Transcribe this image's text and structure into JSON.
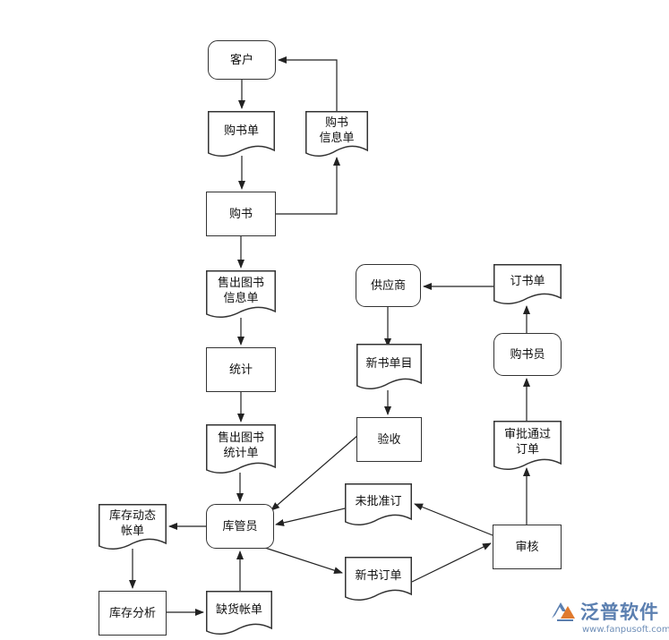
{
  "nodes": {
    "customer": "客户",
    "purchase_order": "购书单",
    "book_info_doc": "购书\n信息单",
    "buy_books": "购书",
    "sold_book_info": "售出图书\n信息单",
    "statistics": "统计",
    "sold_book_stats": "售出图书\n统计单",
    "warehouse_keeper": "库管员",
    "inventory_dynamic": "库存动态\n帐单",
    "inventory_analysis": "库存分析",
    "shortage_list": "缺货帐单",
    "supplier": "供应商",
    "new_book_catalog": "新书单目",
    "acceptance": "验收",
    "unapproved_order": "未批准订",
    "new_book_order": "新书订单",
    "review": "审核",
    "approved_order": "审批通过\n订单",
    "buyer": "购书员",
    "order_doc": "订书单"
  },
  "watermark": {
    "brand": "泛普软件",
    "url": "www.fanpusoft.com",
    "logo": "fanpu-logo-icon"
  },
  "colors": {
    "stroke": "#333333",
    "watermark": "#5b7fb0"
  }
}
